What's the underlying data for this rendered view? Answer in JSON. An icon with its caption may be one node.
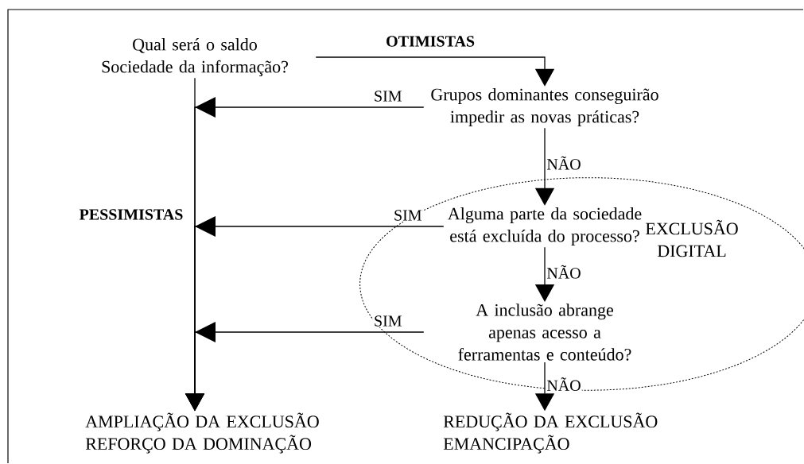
{
  "diagram": {
    "nodes": [
      {
        "text": [
          "Qual será o saldo Sociedade da informação?"
        ]
      },
      {
        "text": [
          "Grupos dominantes conseguirão impedir as novas práticas?"
        ]
      },
      {
        "text": [
          "EXCLUSÃO DIGITAL"
        ]
      },
      {
        "text": [
          "Alguma parte da sociedade está excluída do processo?"
        ],
        "in": 2
      },
      {
        "text": [
          "A inclusão abrange apenas acesso a ferramentas e conteúdo?"
        ],
        "in": 2
      },
      {
        "text": [
          "AMPLIAÇÃO DA EXCLUSÃO REFORÇO DA DOMINAÇÃO"
        ]
      },
      {
        "text": [
          "REDUÇÃO DA EXCLUSÃO EMANCIPAÇÃO"
        ]
      }
    ],
    "edges": [
      {
        "from": 0,
        "to": 1,
        "arrow": "to",
        "label": "OTIMISTAS"
      },
      {
        "from": 0,
        "to": 5,
        "arrow": "to",
        "label": "PESSIMISTAS"
      },
      {
        "from": 1,
        "to": 5,
        "arrow": "to",
        "label": "SIM"
      },
      {
        "from": 3,
        "to": 5,
        "arrow": "to",
        "label": "SIM"
      },
      {
        "from": 4,
        "to": 5,
        "arrow": "to",
        "label": "SIM"
      },
      {
        "from": 1,
        "to": 3,
        "arrow": "to",
        "label": "NÃO"
      },
      {
        "from": 3,
        "to": 4,
        "arrow": "to",
        "label": "NÃO"
      },
      {
        "from": 4,
        "to": 6,
        "arrow": "to",
        "label": "NÃO"
      }
    ]
  }
}
